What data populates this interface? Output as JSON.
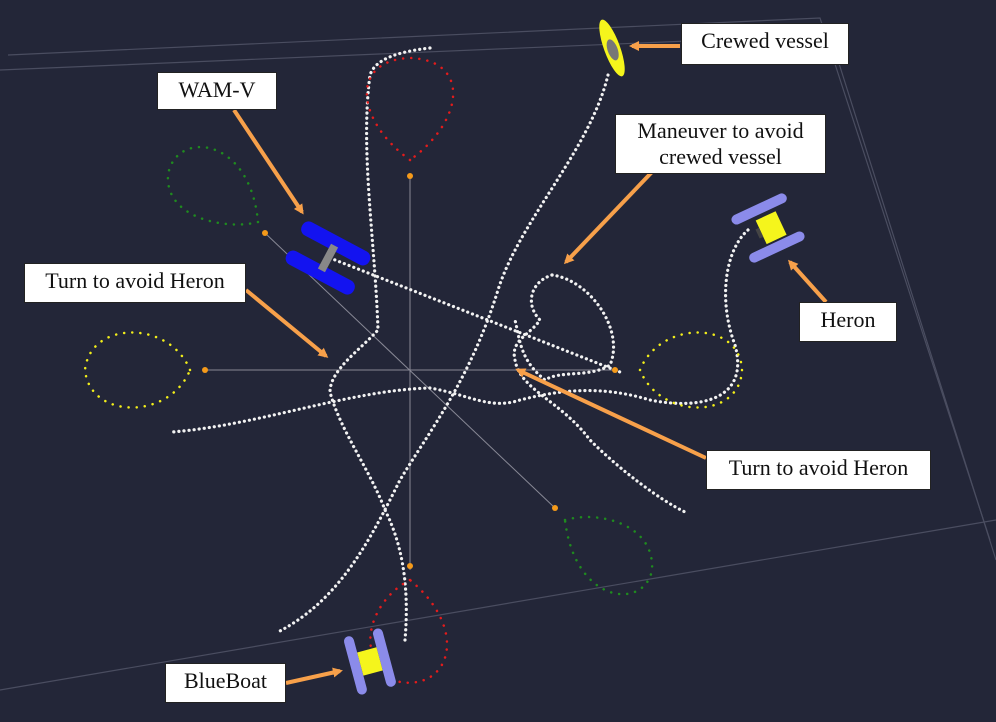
{
  "labels": {
    "crewed_vessel": "Crewed vessel",
    "wamv": "WAM-V",
    "maneuver_line1": "Maneuver to avoid",
    "maneuver_line2": "crewed vessel",
    "turn_avoid_left": "Turn to avoid Heron",
    "heron": "Heron",
    "turn_avoid_right": "Turn to avoid Heron",
    "blueboat": "BlueBoat"
  },
  "colors": {
    "background": "#232638",
    "track": "#f2f2f2",
    "arrow": "#f7a04a",
    "waypoint_red": "#e41b1b",
    "waypoint_green": "#1f8a1f",
    "waypoint_yellow": "#f2ee1a",
    "waypoint_orange": "#f59a1a",
    "wamv_hull": "#1313f0",
    "heron_hull": "#8b8bea",
    "heron_deck": "#f5f51c",
    "crewed_hull": "#f5f51c",
    "crewed_cabin": "#777777",
    "guide_line": "#9a9aa6"
  },
  "icons": [
    "wamv-vessel-icon",
    "heron-vessel-icon",
    "blueboat-vessel-icon",
    "crewed-vessel-icon"
  ]
}
